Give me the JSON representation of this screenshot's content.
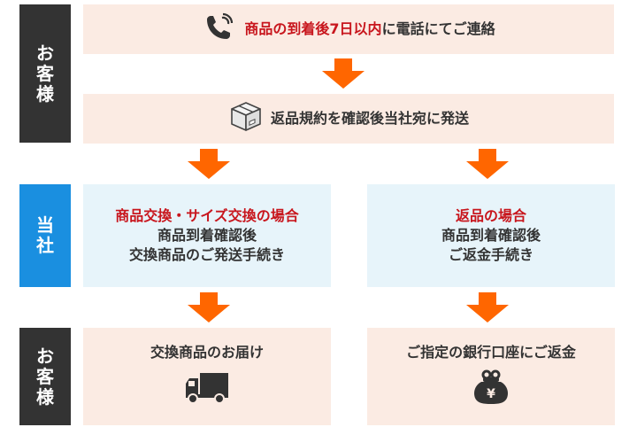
{
  "sides": {
    "customer_top": [
      "お",
      "客",
      "様"
    ],
    "company": [
      "当",
      "社"
    ],
    "customer_bottom": [
      "お",
      "客",
      "様"
    ]
  },
  "step1": {
    "highlight": "商品の到着後7日以内",
    "rest": "に電話にてご連絡",
    "icon": "phone-icon"
  },
  "step2": {
    "text": "返品規約を確認後当社宛に発送",
    "icon": "package-box-icon"
  },
  "exchange": {
    "title": "商品交換・サイズ交換の場合",
    "line1": "商品到着確認後",
    "line2": "交換商品のご発送手続き"
  },
  "return": {
    "title": "返品の場合",
    "line1": "商品到着確認後",
    "line2": "ご返金手続き"
  },
  "delivery": {
    "text": "交換商品のお届け",
    "icon": "truck-icon"
  },
  "refund": {
    "text": "ご指定の銀行口座にご返金",
    "icon": "yen-purse-icon"
  },
  "colors": {
    "dark": "#333333",
    "blue": "#1a8fe0",
    "orange": "#ff6600",
    "red": "#c8161d",
    "pink_bg": "#fbebe3",
    "light_blue_bg": "#e7f4fa"
  }
}
